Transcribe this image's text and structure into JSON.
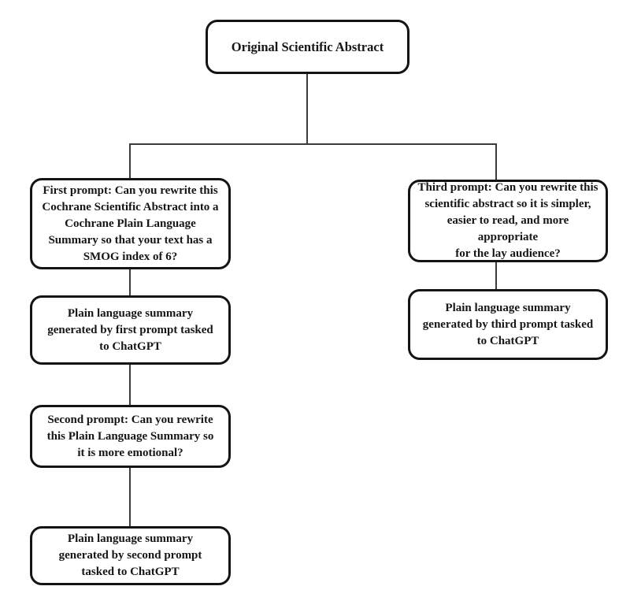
{
  "diagram": {
    "type": "flowchart",
    "topic": "Prompting workflow for generating plain language summaries with ChatGPT",
    "nodes": {
      "root": {
        "label": "Original Scientific Abstract"
      },
      "first_prompt": {
        "label": "First prompt: Can you rewrite this\nCochrane Scientific Abstract into a\nCochrane Plain Language\nSummary so that your text has a\nSMOG index of 6?"
      },
      "first_output": {
        "label": "Plain language summary\ngenerated by first prompt tasked\nto ChatGPT"
      },
      "second_prompt": {
        "label": "Second prompt: Can you rewrite\nthis Plain Language Summary so\nit is more emotional?"
      },
      "second_output": {
        "label": "Plain language summary\ngenerated by second prompt\ntasked to ChatGPT"
      },
      "third_prompt": {
        "label": "Third prompt: Can you rewrite this\nscientific abstract so it is simpler,\neasier to read, and more appropriate\nfor the lay audience?"
      },
      "third_output": {
        "label": "Plain language summary\ngenerated by third prompt tasked\nto ChatGPT"
      }
    },
    "edges": [
      {
        "from": "root",
        "to": "first_prompt"
      },
      {
        "from": "root",
        "to": "third_prompt"
      },
      {
        "from": "first_prompt",
        "to": "first_output"
      },
      {
        "from": "first_output",
        "to": "second_prompt"
      },
      {
        "from": "second_prompt",
        "to": "second_output"
      },
      {
        "from": "third_prompt",
        "to": "third_output"
      }
    ],
    "colors": {
      "background": "#ffffff",
      "box_border": "#141414",
      "box_fill": "#ffffff",
      "line": "#3b3b3b",
      "text": "#161616"
    }
  }
}
